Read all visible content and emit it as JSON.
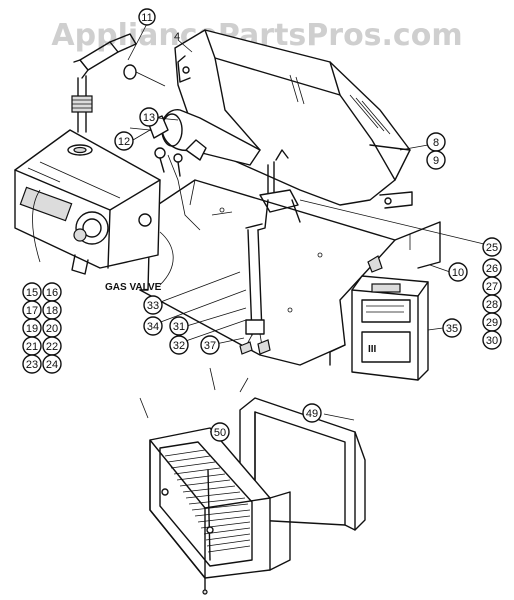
{
  "watermark": "AppliancePartsPros.com",
  "gas_valve_label": "GAS VALVE",
  "callouts": [
    {
      "id": "c11",
      "num": "11"
    },
    {
      "id": "c4",
      "num": "4"
    },
    {
      "id": "c13",
      "num": "13"
    },
    {
      "id": "c12",
      "num": "12"
    },
    {
      "id": "c8",
      "num": "8"
    },
    {
      "id": "c9",
      "num": "9"
    },
    {
      "id": "c25",
      "num": "25"
    },
    {
      "id": "c26",
      "num": "26"
    },
    {
      "id": "c27",
      "num": "27"
    },
    {
      "id": "c28",
      "num": "28"
    },
    {
      "id": "c29",
      "num": "29"
    },
    {
      "id": "c30",
      "num": "30"
    },
    {
      "id": "c10",
      "num": "10"
    },
    {
      "id": "c35",
      "num": "35"
    },
    {
      "id": "c15",
      "num": "15"
    },
    {
      "id": "c16",
      "num": "16"
    },
    {
      "id": "c17",
      "num": "17"
    },
    {
      "id": "c18",
      "num": "18"
    },
    {
      "id": "c19",
      "num": "19"
    },
    {
      "id": "c20",
      "num": "20"
    },
    {
      "id": "c21",
      "num": "21"
    },
    {
      "id": "c22",
      "num": "22"
    },
    {
      "id": "c23",
      "num": "23"
    },
    {
      "id": "c24",
      "num": "24"
    },
    {
      "id": "c33",
      "num": "33"
    },
    {
      "id": "c34",
      "num": "34"
    },
    {
      "id": "c31",
      "num": "31"
    },
    {
      "id": "c32",
      "num": "32"
    },
    {
      "id": "c37",
      "num": "37"
    },
    {
      "id": "c49",
      "num": "49"
    },
    {
      "id": "c50",
      "num": "50"
    }
  ]
}
